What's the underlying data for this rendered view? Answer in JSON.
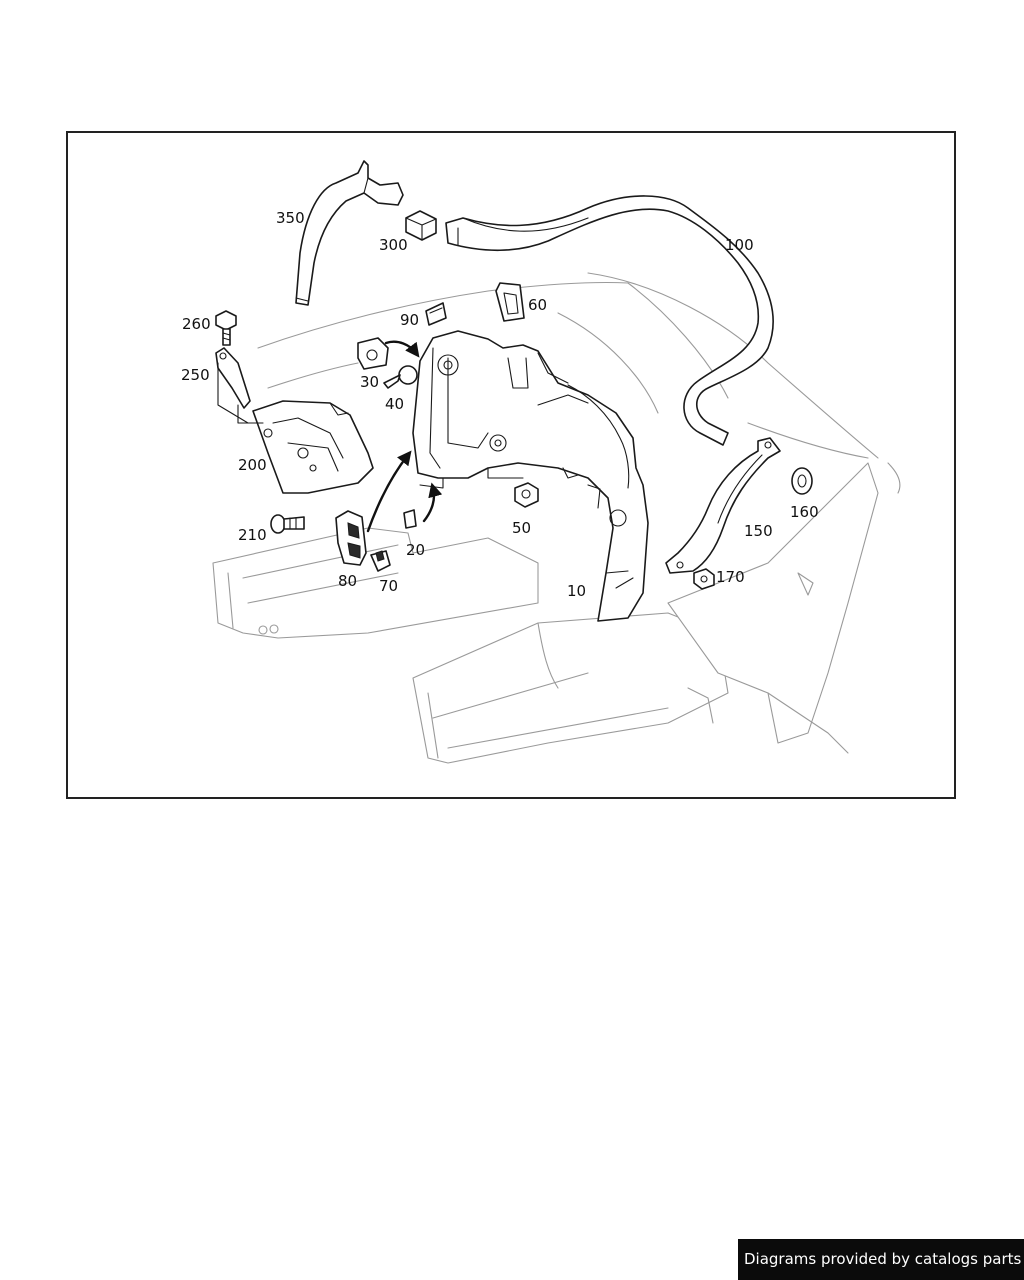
{
  "diagram": {
    "callouts": {
      "p10": "10",
      "p20": "20",
      "p30": "30",
      "p40": "40",
      "p50": "50",
      "p60": "60",
      "p70": "70",
      "p80": "80",
      "p90": "90",
      "p100": "100",
      "p150": "150",
      "p160": "160",
      "p170": "170",
      "p200": "200",
      "p210": "210",
      "p250": "250",
      "p260": "260",
      "p300": "300",
      "p350": "350"
    }
  },
  "footer": {
    "text": "Diagrams provided by catalogs parts"
  },
  "colors": {
    "line": "#1a1a1a",
    "ghost_line": "#9a9a9a",
    "footer_bg": "#0b0b0b",
    "footer_text": "#ffffff"
  }
}
